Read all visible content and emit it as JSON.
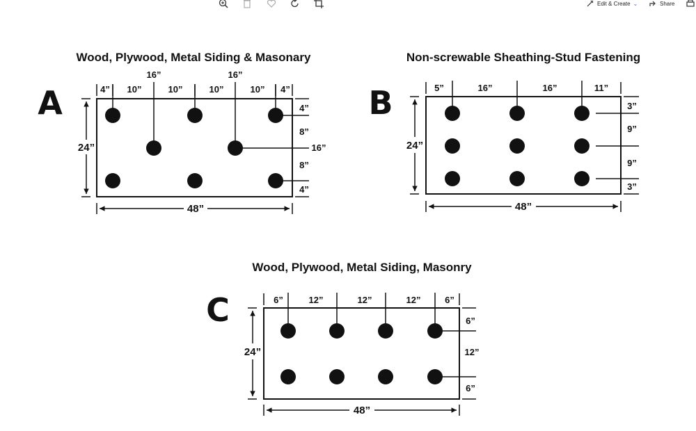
{
  "toolbar": {
    "icons": [
      "zoom-in-icon",
      "delete-icon",
      "favorite-icon",
      "rotate-icon",
      "crop-icon"
    ],
    "edit_create_label": "Edit & Create",
    "share_label": "Share"
  },
  "panel_a": {
    "letter": "A",
    "title": "Wood, Plywood, Metal Siding & Masonary",
    "top_segments": [
      "4”",
      "10”",
      "10”",
      "10”",
      "10”",
      "4”"
    ],
    "stud_spacing": [
      "16”",
      "16”"
    ],
    "right_segments": [
      "4”",
      "8”",
      "8”",
      "4”"
    ],
    "right_callout": "16”",
    "height": "24”",
    "width": "48”"
  },
  "panel_b": {
    "letter": "B",
    "title": "Non-screwable Sheathing-Stud Fastening",
    "top_segments": [
      "5”",
      "16”",
      "16”",
      "11”"
    ],
    "right_segments": [
      "3”",
      "9”",
      "9”",
      "3”"
    ],
    "height": "24”",
    "width": "48”"
  },
  "panel_c": {
    "letter": "C",
    "title": "Wood, Plywood, Metal Siding, Masonry",
    "top_segments": [
      "6”",
      "12”",
      "12”",
      "12”",
      "6”"
    ],
    "right_segments": [
      "6”",
      "12”",
      "6”"
    ],
    "height": "24”",
    "width": "48”"
  }
}
